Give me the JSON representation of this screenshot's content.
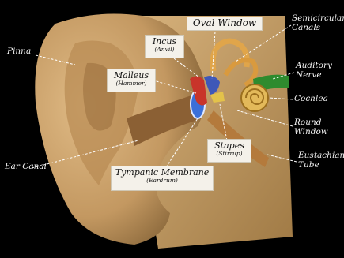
{
  "labels": {
    "pinna": "Pinna",
    "ear_canal": "Ear Canal",
    "malleus": {
      "name": "Malleus",
      "common": "(Hammer)"
    },
    "incus": {
      "name": "Incus",
      "common": "(Anvil)"
    },
    "oval_window": "Oval Window",
    "semicircular_canals": {
      "line1": "Semicircular",
      "line2": "Canals"
    },
    "auditory_nerve": {
      "line1": "Auditory",
      "line2": "Nerve"
    },
    "cochlea": "Cochlea",
    "round_window": {
      "line1": "Round",
      "line2": "Window"
    },
    "stapes": {
      "name": "Stapes",
      "common": "(Stirrup)"
    },
    "eustachian_tube": {
      "line1": "Eustachian",
      "line2": "Tube"
    },
    "tympanic_membrane": {
      "name": "Tympanic Membrane",
      "common": "(Eardrum)"
    }
  },
  "colors": {
    "background": "#000000",
    "skin": "#c8a06a",
    "label_box": "#f4f1ea",
    "leader_line": "#ffffff",
    "nerve": "#2e8b2e",
    "ossicles": "#c8342a",
    "eardrum": "#3a6fd8"
  }
}
